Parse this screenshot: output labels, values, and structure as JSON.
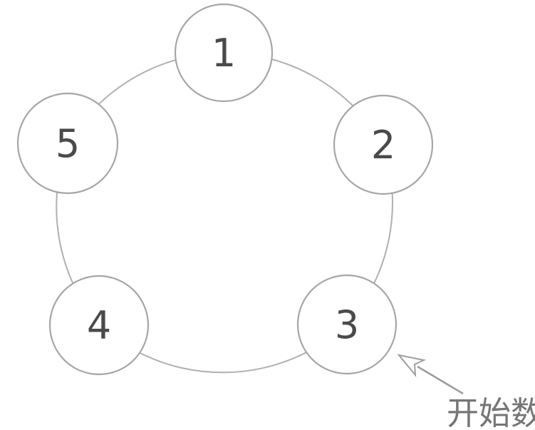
{
  "diagram": {
    "kind": "counting-circle",
    "nodes": [
      {
        "label": "1"
      },
      {
        "label": "2"
      },
      {
        "label": "3"
      },
      {
        "label": "4"
      },
      {
        "label": "5"
      }
    ],
    "annotation": {
      "label": "开始数",
      "points_to_node": "3"
    },
    "colors": {
      "background": "#ffffff",
      "ring_stroke": "#b0b0b0",
      "node_stroke": "#a6a6a6",
      "node_fill": "#ffffff",
      "number_text": "#4a4a4a",
      "arrow": "#9e9e9e",
      "annotation_text": "#757575"
    }
  }
}
